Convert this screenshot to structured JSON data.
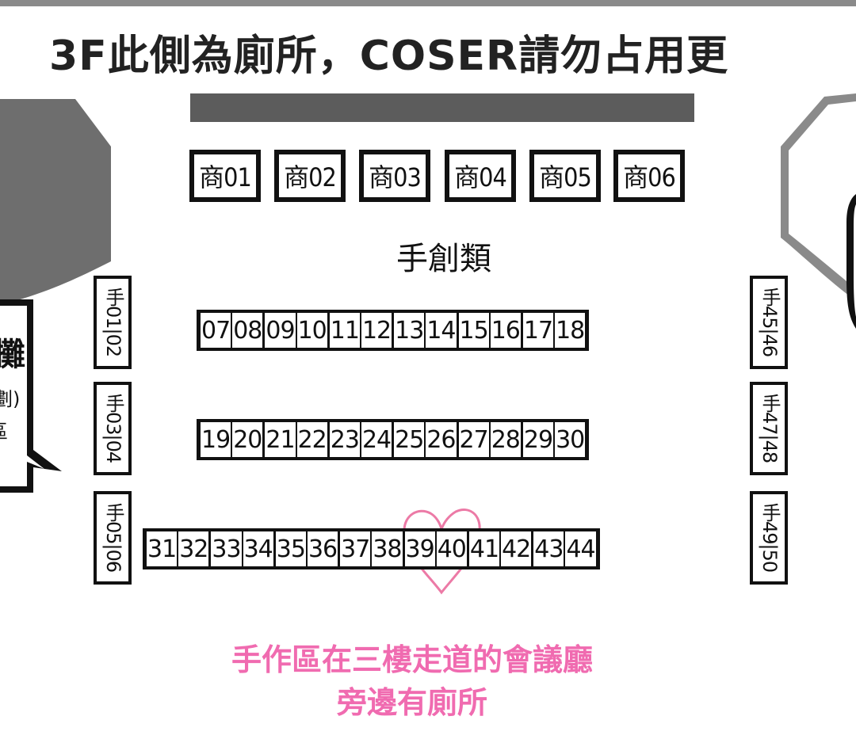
{
  "title": "3F此側為廁所，COSER請勿占用更",
  "category_label": "手創類",
  "shops": [
    "商01",
    "商02",
    "商03",
    "商04",
    "商05",
    "商06"
  ],
  "row1": [
    [
      "07",
      "08"
    ],
    [
      "09",
      "10"
    ],
    [
      "11",
      "12"
    ],
    [
      "13",
      "14"
    ],
    [
      "15",
      "16"
    ],
    [
      "17",
      "18"
    ]
  ],
  "row2": [
    [
      "19",
      "20"
    ],
    [
      "21",
      "22"
    ],
    [
      "23",
      "24"
    ],
    [
      "25",
      "26"
    ],
    [
      "27",
      "28"
    ],
    [
      "29",
      "30"
    ]
  ],
  "row3": [
    [
      "31",
      "32"
    ],
    [
      "33",
      "34"
    ],
    [
      "35",
      "36"
    ],
    [
      "37",
      "38"
    ],
    [
      "39",
      "40"
    ],
    [
      "41",
      "42"
    ],
    [
      "43",
      "44"
    ]
  ],
  "left_side": [
    "手01|02",
    "手03|04",
    "手05|06"
  ],
  "right_side": [
    "手45|46",
    "手47|48",
    "手49|50"
  ],
  "callout": {
    "line1": "攤",
    "line2": "劃)",
    "line3": "區"
  },
  "note": {
    "line1": "手作區在三樓走道的會議廳",
    "line2": "旁邊有廁所"
  },
  "colors": {
    "note": "#f06bb0",
    "heart": "#ec7aa6",
    "gray": "#6e6e6e",
    "dark_bar": "#5c5c5c"
  },
  "icons": [
    "heart-icon"
  ]
}
